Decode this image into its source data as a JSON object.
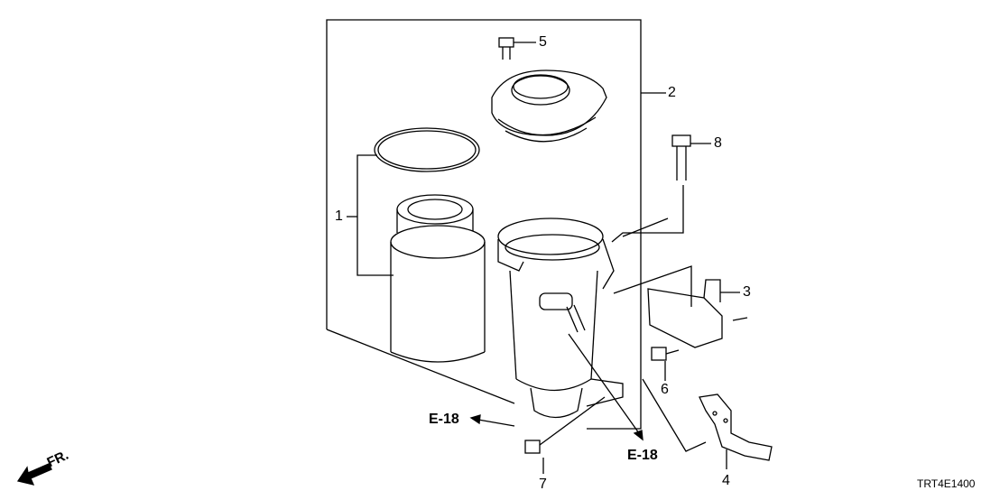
{
  "callouts": [
    "1",
    "2",
    "3",
    "4",
    "5",
    "6",
    "7",
    "8"
  ],
  "references": [
    "E-18",
    "E-18"
  ],
  "direction_label": "FR.",
  "diagram_code": "TRT4E1400"
}
